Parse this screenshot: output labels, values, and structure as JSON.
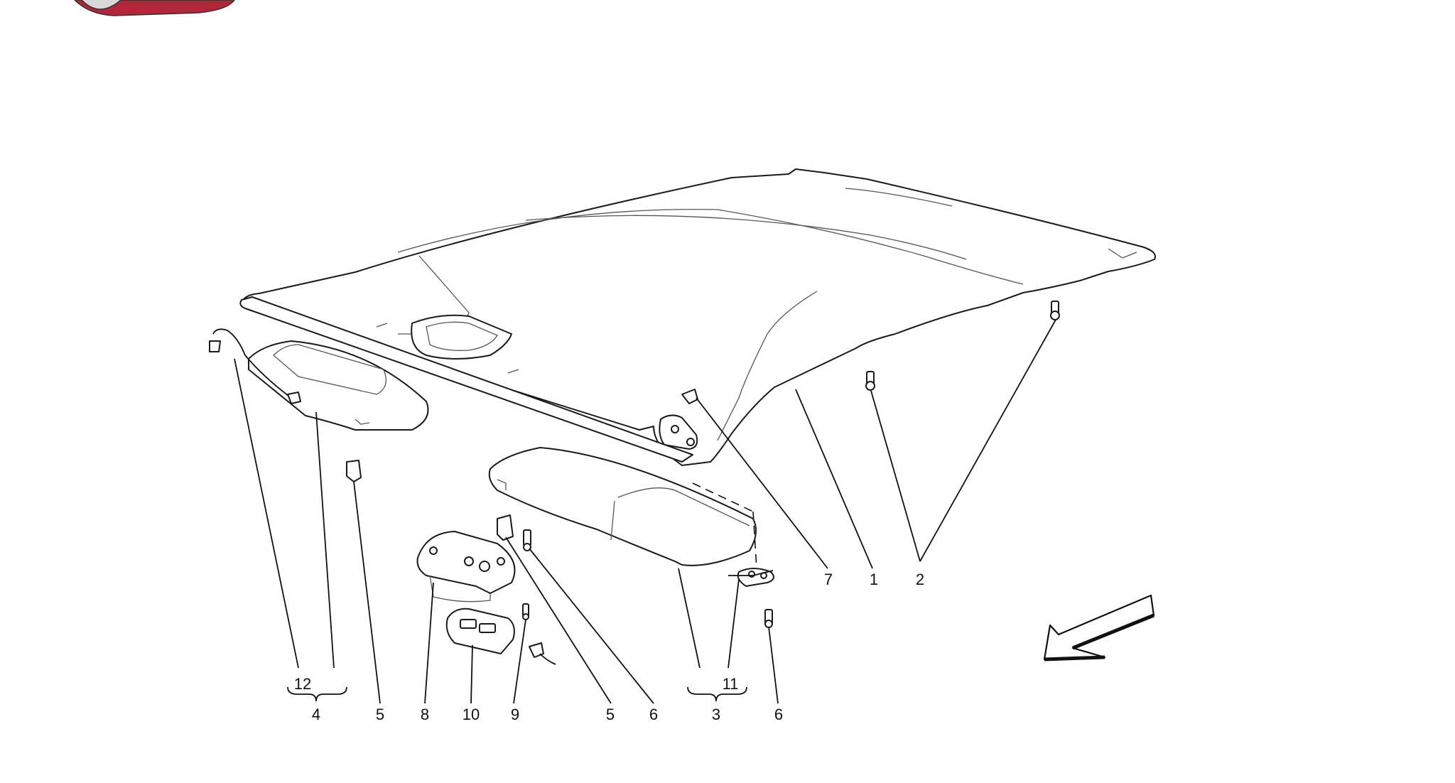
{
  "colors": {
    "stroke": "#1a1a1a",
    "background": "#ffffff",
    "logo_car": "#b3263a"
  },
  "callouts": {
    "c1": "1",
    "c2": "2",
    "c3": "3",
    "c4": "4",
    "c5a": "5",
    "c5b": "5",
    "c6a": "6",
    "c6b": "6",
    "c7": "7",
    "c8": "8",
    "c9": "9",
    "c10": "10",
    "c11": "11",
    "c12": "12"
  },
  "icons": {
    "direction": "direction-arrow-icon",
    "logo": "car-logo-icon"
  }
}
